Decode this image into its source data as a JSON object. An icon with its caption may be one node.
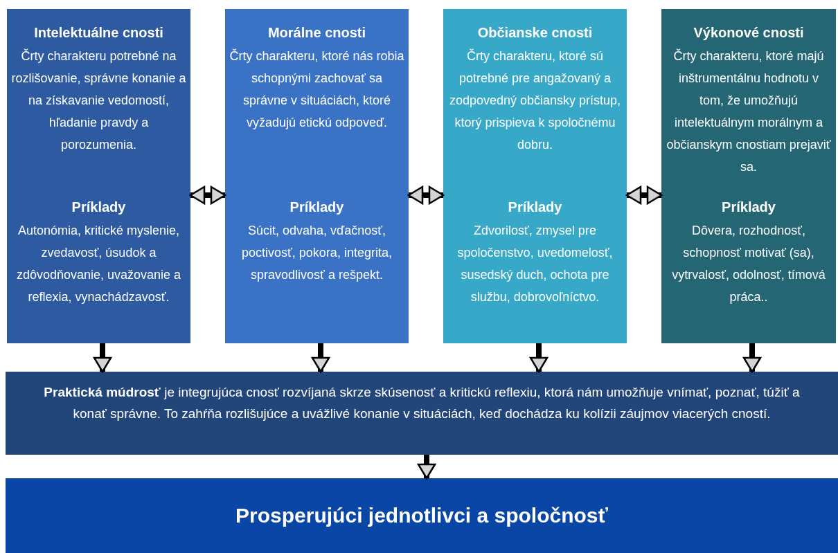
{
  "diagram": {
    "nodes": [
      {
        "text": [
          "Intelektuálne cnosti",
          "Črty charakteru potrebné na rozlišovanie, správne konanie a na získavanie vedomostí, hľadanie pravdy a porozumenia.",
          "Príklady",
          "Autonómia, kritické myslenie, zvedavosť, úsudok a zdôvodňovanie, uvažovanie a reflexia, vynachádzavosť."
        ]
      },
      {
        "text": [
          "Morálne cnosti",
          "Črty charakteru, ktoré nás robia schopnými zachovať sa správne v situáciách, ktoré vyžadujú etickú odpoveď.",
          "Príklady",
          "Súcit, odvaha, vďačnosť, poctivosť, pokora, integrita, spravodlivosť a rešpekt."
        ]
      },
      {
        "text": [
          "Občianske cnosti",
          "Črty charakteru, ktoré sú potrebné pre angažovaný a zodpovedný občiansky prístup, ktorý prispieva k spoločnému dobru.",
          "Príklady",
          "Zdvorilosť, zmysel pre spoločenstvo, uvedomelosť, susedský duch, ochota pre službu, dobrovoľníctvo."
        ]
      },
      {
        "text": [
          "Výkonové cnosti",
          "Črty charakteru, ktoré majú inštrumentálnu hodnotu v tom, že umožňujú intelektuálnym morálnym a občianskym cnostiam prejaviť sa.",
          "Príklady",
          "Dôvera, rozhodnosť, schopnosť motivať (sa), vytrvalosť, odolnosť, tímová práca.."
        ]
      },
      {
        "text": [
          "**Praktická múdrosť** je integrujúca cnosť rozvíjaná skrze skúsenosť a kritickú reflexiu, ktorá nám umožňuje vnímať, poznať, túžiť a konať správne. To zahŕňa rozlišujúce a uvážlivé konanie v situáciách, keď dochádza ku kolízii záujmov viacerých cností."
        ]
      },
      {
        "text": [
          "Prosperujúci jednotlivci a spoločnosť"
        ]
      }
    ],
    "edges": [
      {
        "from": 0,
        "to": 1,
        "arrow": "both"
      },
      {
        "from": 1,
        "to": 2,
        "arrow": "both"
      },
      {
        "from": 2,
        "to": 3,
        "arrow": "both"
      },
      {
        "from": 0,
        "to": 4,
        "arrow": "to"
      },
      {
        "from": 1,
        "to": 4,
        "arrow": "to"
      },
      {
        "from": 2,
        "to": 4,
        "arrow": "to"
      },
      {
        "from": 3,
        "to": 4,
        "arrow": "to"
      },
      {
        "from": 4,
        "to": 5,
        "arrow": "to"
      }
    ]
  }
}
